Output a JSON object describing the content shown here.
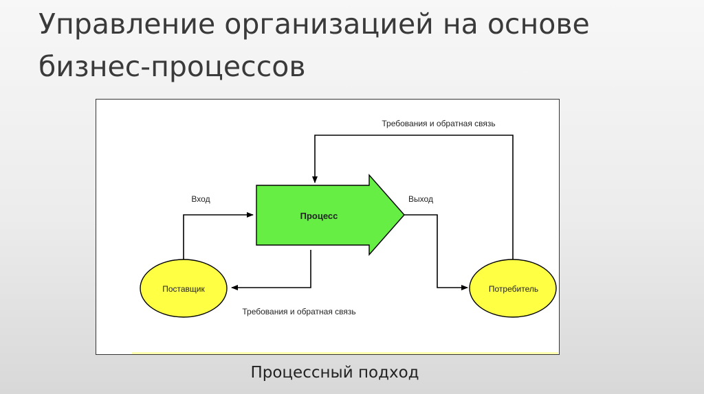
{
  "slide": {
    "title": "Управление организацией на основе бизнес-процессов",
    "caption": "Процессный подход"
  },
  "diagram": {
    "process_label": "Процесс",
    "supplier_label": "Поставщик",
    "consumer_label": "Потребитель",
    "input_label": "Вход",
    "output_label": "Выход",
    "feedback_top_label": "Требования и обратная связь",
    "feedback_bottom_label": "Требования и обратная связь",
    "colors": {
      "process_fill": "#66ee44",
      "ellipse_fill": "#ffff44",
      "line": "#000000"
    }
  }
}
